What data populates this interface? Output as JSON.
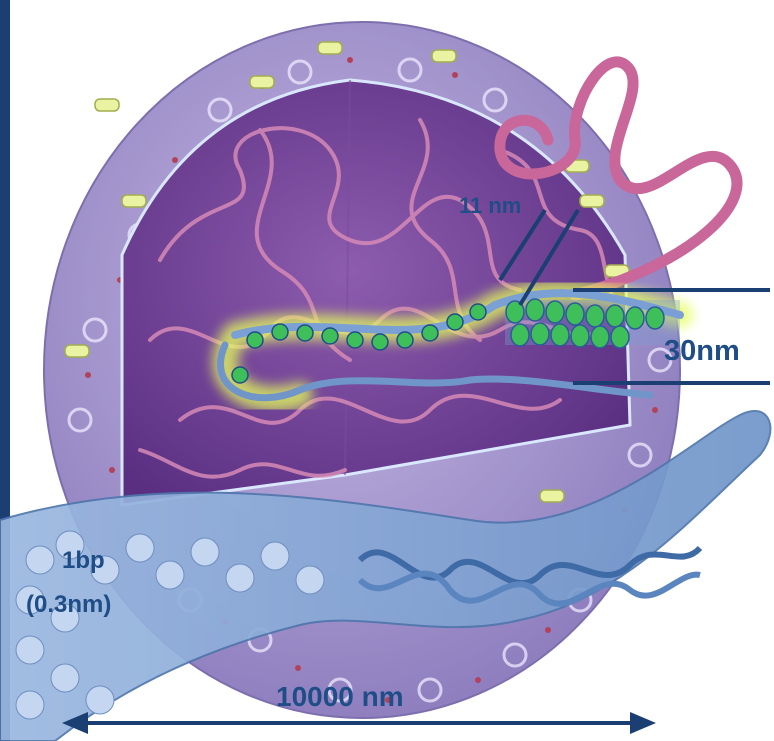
{
  "labels": {
    "eleven_nm": "11 nm",
    "thirty_nm": "30nm",
    "base_pair_line1": "1bp",
    "base_pair_line2": "(0.3nm)",
    "ten_thousand_nm": "10000 nm"
  },
  "colors": {
    "frame_blue": "#1b3f73",
    "label_blue": "#1f4d87",
    "nucleus_purple": "#6a3d8f",
    "envelope_lavender": "#a99bd0",
    "dna_blue": "#6f95c9",
    "chromatin_pink": "#c9669a",
    "highlight_yellow": "#e6ff5a",
    "nucleosome_green": "#3fbf5a"
  }
}
